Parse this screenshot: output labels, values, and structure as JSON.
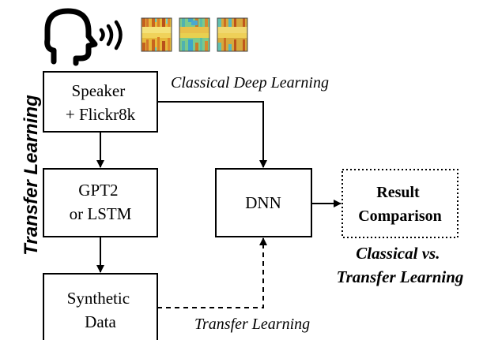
{
  "side_label": "Transfer Learning",
  "boxes": {
    "speaker": {
      "line1": "Speaker",
      "line2": "+ Flickr8k"
    },
    "gpt2": {
      "line1": "GPT2",
      "line2": "or LSTM"
    },
    "synthetic": {
      "line1": "Synthetic",
      "line2": "Data"
    },
    "dnn": {
      "label": "DNN"
    },
    "result": {
      "line1": "Result",
      "line2": "Comparison"
    }
  },
  "edge_labels": {
    "classical": "Classical Deep Learning",
    "transfer": "Transfer Learning"
  },
  "caption": {
    "line1": "Classical vs.",
    "line2": "Transfer Learning"
  },
  "icons": [
    "speaking-head-icon",
    "spectrogram-icon",
    "spectrogram-icon",
    "spectrogram-icon"
  ],
  "colors": {
    "stroke": "#000000",
    "spectrogram_1": "#d9a02a",
    "spectrogram_2": "#6fc07a",
    "spectrogram_3": "#c9a238"
  }
}
